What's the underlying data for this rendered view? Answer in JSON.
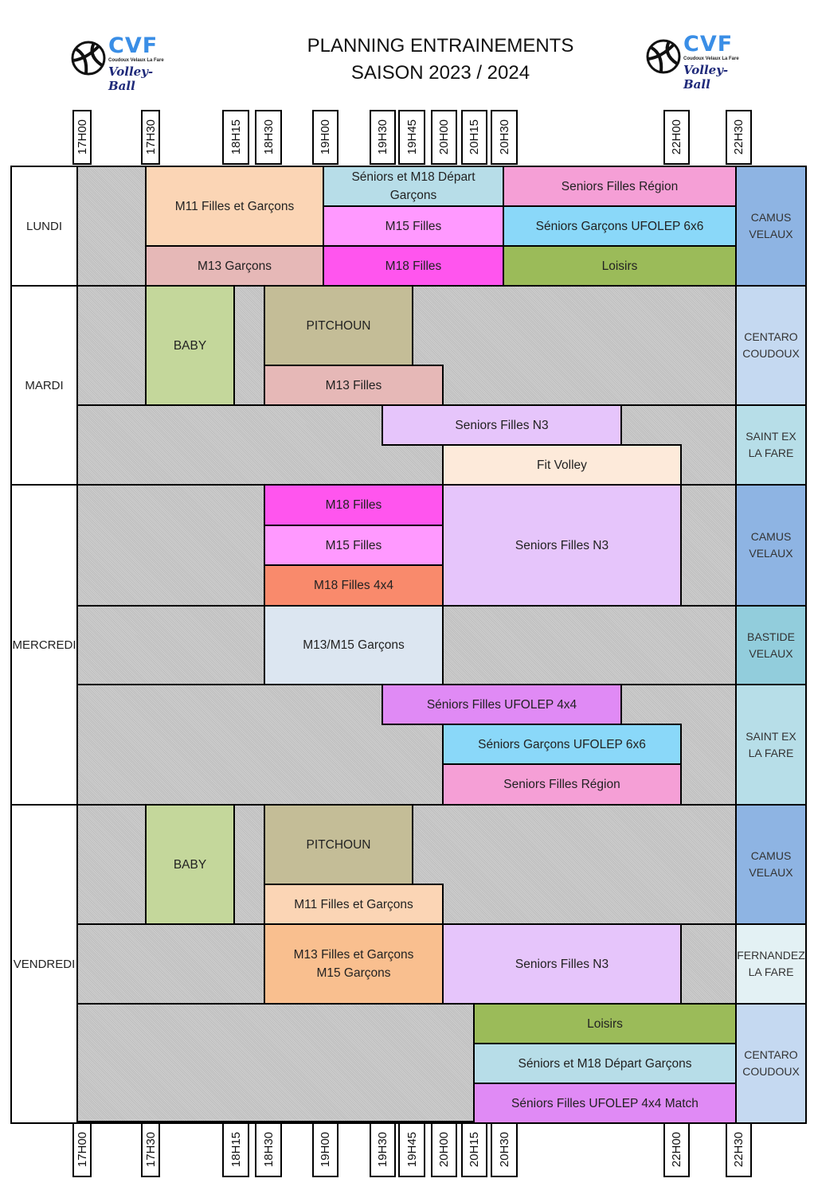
{
  "header": {
    "title_line1": "PLANNING ENTRAINEMENTS",
    "title_line2": "SAISON 2023 / 2024",
    "logo": {
      "name": "CVF",
      "subtitle": "Coudoux Velaux La Fare",
      "tagline": "Volley-Ball",
      "icon": "volleyball-icon"
    }
  },
  "time_labels": [
    "17H00",
    "17H30",
    "18H15",
    "18H30",
    "19H00",
    "19H30",
    "19H45",
    "20H00",
    "20H15",
    "20H30",
    "22H00",
    "22H30"
  ],
  "days": [
    {
      "label": "LUNDI",
      "venues": [
        {
          "label": "CAMUS\nVELAUX",
          "color": "#8eb4e3"
        }
      ],
      "sessions": [
        {
          "label": "M11 Filles et Garçons",
          "color": "#fbd5b5"
        },
        {
          "label": "M13 Garçons",
          "color": "#e6b8b7"
        },
        {
          "label": "Séniors et M18 Départ Garçons",
          "color": "#b7dde8"
        },
        {
          "label": "M15 Filles",
          "color": "#ff99ff"
        },
        {
          "label": "M18 Filles",
          "color": "#ff55ee"
        },
        {
          "label": "Seniors Filles Région",
          "color": "#f59fd6"
        },
        {
          "label": "Séniors Garçons UFOLEP 6x6",
          "color": "#8ad8f9"
        },
        {
          "label": "Loisirs",
          "color": "#9bbb59"
        }
      ]
    },
    {
      "label": "MARDI",
      "venues": [
        {
          "label": "CENTARO\nCOUDOUX",
          "color": "#c5d9f1"
        },
        {
          "label": "SAINT EX\nLA FARE",
          "color": "#b7dee8"
        }
      ],
      "sessions": [
        {
          "label": "BABY",
          "color": "#c4d79b"
        },
        {
          "label": "PITCHOUN",
          "color": "#c4bd97"
        },
        {
          "label": "M13 Filles",
          "color": "#e6b8b7"
        },
        {
          "label": "Seniors Filles N3",
          "color": "#e6c5fb"
        },
        {
          "label": "Fit Volley",
          "color": "#fdeada"
        }
      ]
    },
    {
      "label": "MERCREDI",
      "venues": [
        {
          "label": "CAMUS\nVELAUX",
          "color": "#8eb4e3"
        },
        {
          "label": "BASTIDE\nVELAUX",
          "color": "#92cddc"
        },
        {
          "label": "SAINT EX\nLA FARE",
          "color": "#b7dee8"
        }
      ],
      "sessions": [
        {
          "label": "M18 Filles",
          "color": "#ff55ee"
        },
        {
          "label": "M15 Filles",
          "color": "#ff99ff"
        },
        {
          "label": "M18 Filles 4x4",
          "color": "#f98a6c"
        },
        {
          "label": "Seniors Filles N3",
          "color": "#e6c5fb"
        },
        {
          "label": "M13/M15 Garçons",
          "color": "#dce6f1"
        },
        {
          "label": "Séniors Filles UFOLEP 4x4",
          "color": "#e08af5"
        },
        {
          "label": "Séniors Garçons UFOLEP 6x6",
          "color": "#8ad8f9"
        },
        {
          "label": "Seniors Filles Région",
          "color": "#f59fd6"
        }
      ]
    },
    {
      "label": "VENDREDI",
      "venues": [
        {
          "label": "CAMUS\nVELAUX",
          "color": "#8eb4e3"
        },
        {
          "label": "FERNANDEZ\nLA FARE",
          "color": "#e3f1f4"
        },
        {
          "label": "CENTARO\nCOUDOUX",
          "color": "#c5d9f1"
        }
      ],
      "sessions": [
        {
          "label": "BABY",
          "color": "#c4d79b"
        },
        {
          "label": "PITCHOUN",
          "color": "#c4bd97"
        },
        {
          "label": "M11 Filles et Garçons",
          "color": "#fbd5b5"
        },
        {
          "label": "M13 Filles et Garçons\nM15 Garçons",
          "color": "#f9bf8f"
        },
        {
          "label": "Seniors Filles N3",
          "color": "#e6c5fb"
        },
        {
          "label": "Loisirs",
          "color": "#9bbb59"
        },
        {
          "label": "Séniors et M18 Départ Garçons",
          "color": "#b7dde8"
        },
        {
          "label": "Séniors Filles UFOLEP 4x4 Match",
          "color": "#e08af5"
        }
      ]
    }
  ]
}
